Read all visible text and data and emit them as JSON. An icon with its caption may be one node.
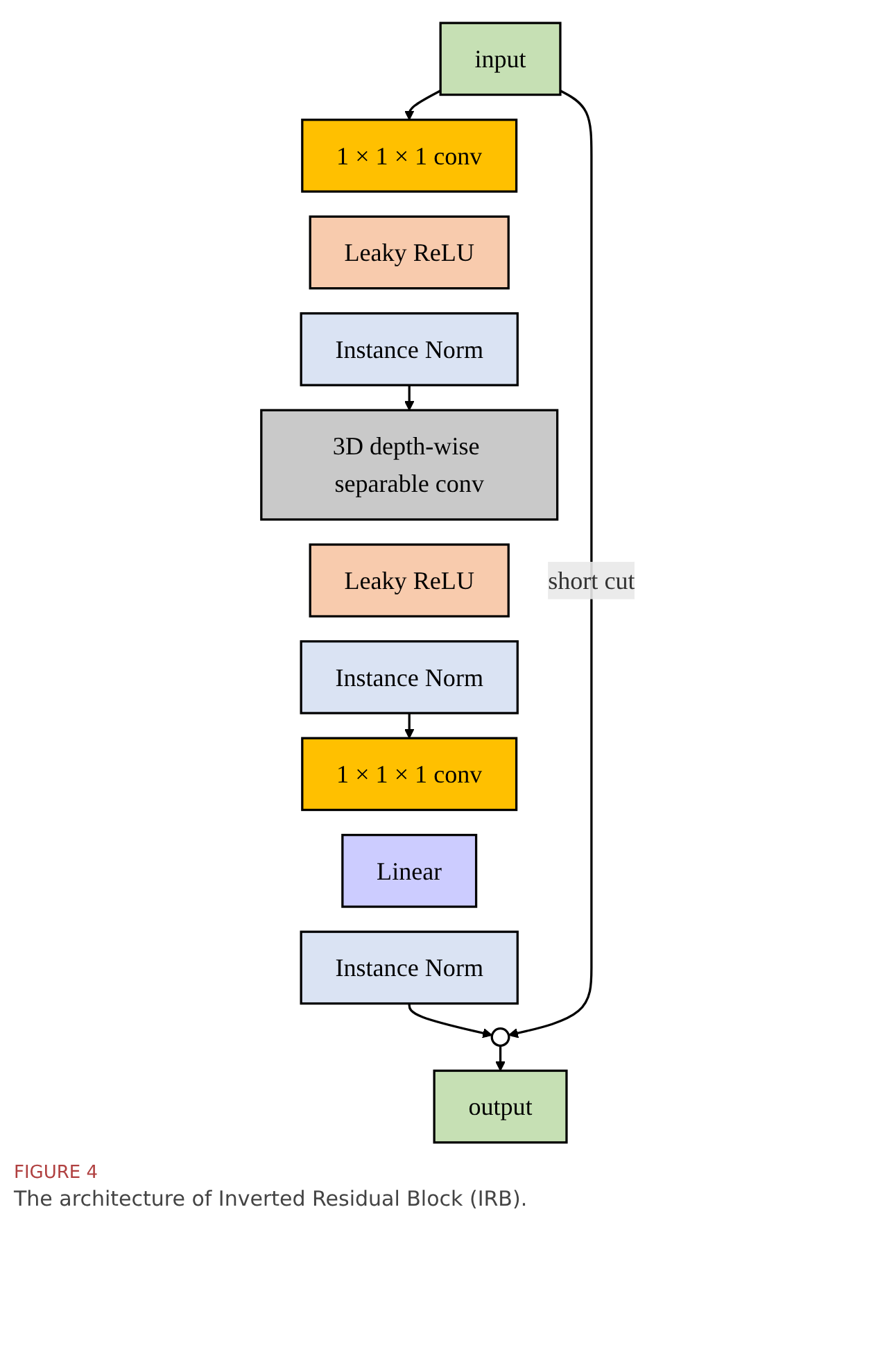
{
  "diagram": {
    "title": "FIGURE 4",
    "caption": "The architecture of Inverted Residual Block (IRB).",
    "nodes": [
      {
        "text": [
          "input"
        ]
      },
      {
        "text": [
          "1 × 1 × 1 conv"
        ]
      },
      {
        "text": [
          "Leaky ReLU"
        ]
      },
      {
        "text": [
          "Instance Norm"
        ]
      },
      {
        "text": [
          "3D depth-wise separable conv"
        ]
      },
      {
        "text": [
          "Leaky ReLU"
        ]
      },
      {
        "text": [
          "Instance Norm"
        ]
      },
      {
        "text": [
          "1 × 1 × 1 conv"
        ]
      },
      {
        "text": [
          "Linear"
        ]
      },
      {
        "text": [
          "Instance Norm"
        ]
      },
      {
        "text": [],
        "shape": "circle"
      },
      {
        "text": [
          "output"
        ]
      }
    ],
    "edges": [
      {
        "from": 0,
        "to": 1,
        "arrow": "to"
      },
      {
        "from": 3,
        "to": 4,
        "arrow": "to"
      },
      {
        "from": 6,
        "to": 7,
        "arrow": "to"
      },
      {
        "from": 9,
        "to": 10,
        "arrow": "to"
      },
      {
        "from": 0,
        "to": 10,
        "arrow": "to",
        "label": "short cut"
      },
      {
        "from": 10,
        "to": 11,
        "arrow": "to"
      }
    ]
  }
}
